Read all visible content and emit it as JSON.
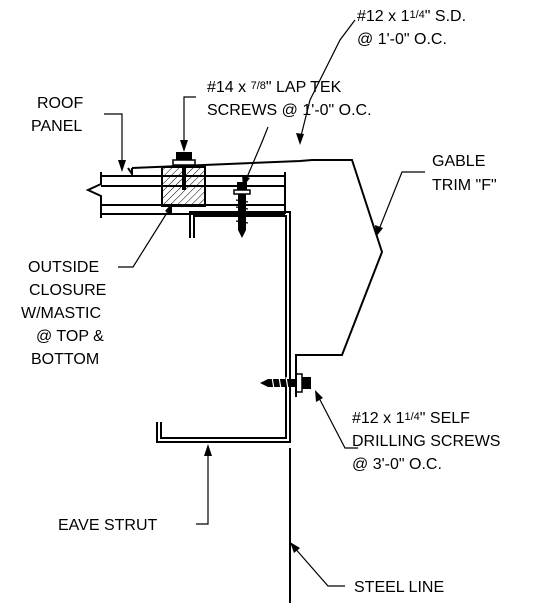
{
  "diagram": {
    "colors": {
      "line": "#000000",
      "background": "#ffffff"
    },
    "labels": {
      "sd_screw_line1": "#12 x 1",
      "sd_screw_frac": "1/4",
      "sd_screw_tail": "\" S.D.",
      "sd_screw_line2": "@ 1'-0\" O.C.",
      "lap_tek_line1": "#14 x ",
      "lap_tek_frac": "7/8",
      "lap_tek_tail": "\" LAP TEK",
      "lap_tek_line2": "SCREWS @ 1'-0\" O.C.",
      "roof_panel_line1": "ROOF",
      "roof_panel_line2": "PANEL",
      "gable_trim_line1": "GABLE",
      "gable_trim_line2": "TRIM \"F\"",
      "closure_line1": "OUTSIDE",
      "closure_line2": "CLOSURE",
      "closure_line3": "W/MASTIC",
      "closure_line4": "@ TOP &",
      "closure_line5": "BOTTOM",
      "self_drill_line1": "#12 x 1",
      "self_drill_frac": "1/4",
      "self_drill_tail": "\" SELF",
      "self_drill_line2": "DRILLING SCREWS",
      "self_drill_line3": "@ 3'-0\" O.C.",
      "eave_strut": "EAVE STRUT",
      "steel_line": "STEEL LINE"
    }
  }
}
